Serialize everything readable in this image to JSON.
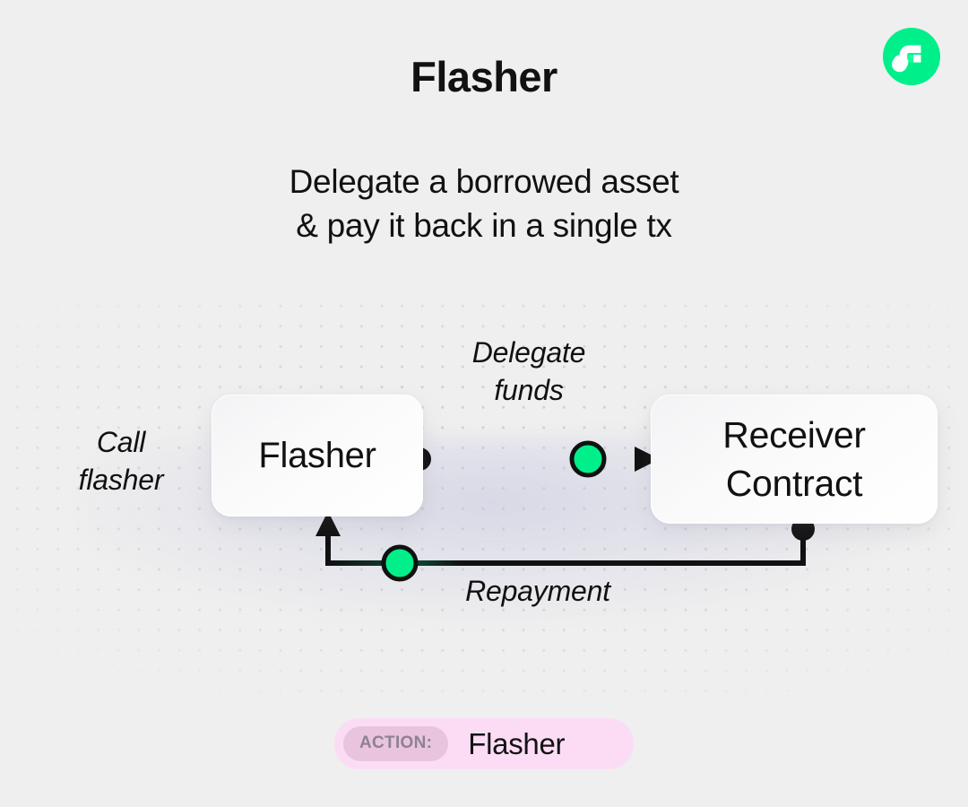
{
  "page": {
    "background_color": "#efefef",
    "accent_green": "#00ef8b",
    "text_color": "#111111"
  },
  "header": {
    "title": "Flasher",
    "subtitle_line1": "Delegate a borrowed asset",
    "subtitle_line2": "& pay it back in a single tx",
    "logo_name": "flow-logo"
  },
  "diagram": {
    "nodes": [
      {
        "id": "flasher",
        "label": "Flasher"
      },
      {
        "id": "receiver",
        "label_line1": "Receiver",
        "label_line2": "Contract"
      }
    ],
    "labels": {
      "call_line1": "Call",
      "call_line2": "flasher",
      "delegate_line1": "Delegate",
      "delegate_line2": "funds",
      "repayment": "Repayment"
    },
    "connectors": [
      {
        "id": "delegate-funds",
        "from": "flasher",
        "to": "receiver",
        "marker_color": "#00ef8b"
      },
      {
        "id": "repayment",
        "from": "receiver",
        "to": "flasher",
        "marker_color": "#00ef8b"
      }
    ]
  },
  "footer": {
    "action_label": "ACTION:",
    "action_value": "Flasher",
    "badge_color": "#fbdcf4",
    "chip_color": "#e9c4de"
  }
}
